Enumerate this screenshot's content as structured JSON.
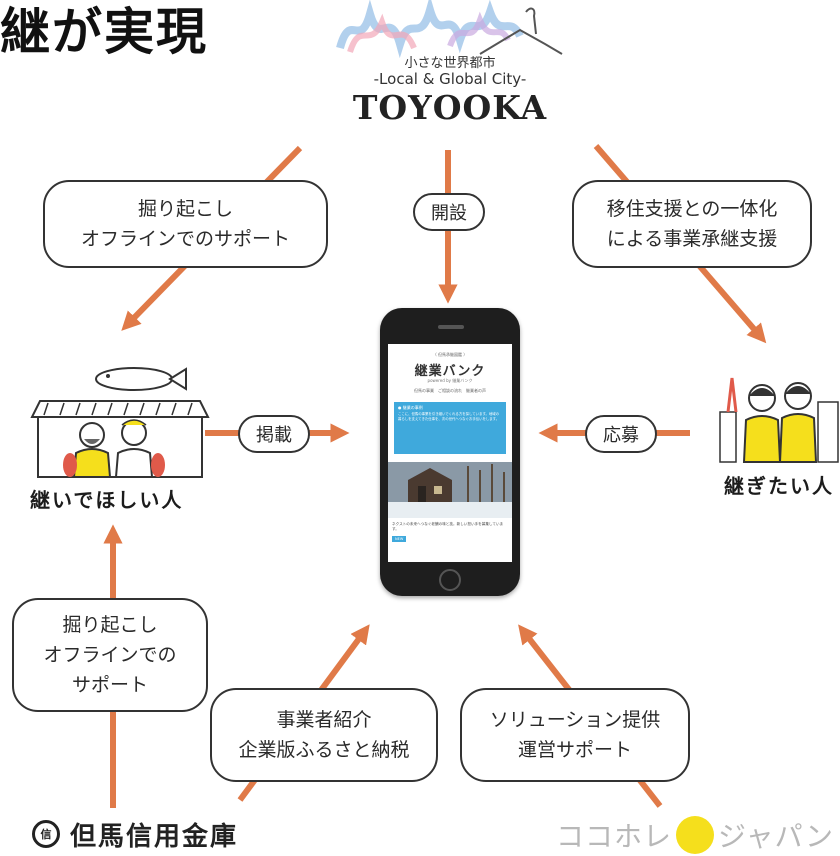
{
  "headline": "継が実現",
  "logo": {
    "small": "小さな世界都市",
    "sub": "-Local & Global City-",
    "main": "TOYOOKA"
  },
  "bubbles": {
    "top_left": [
      "掘り起こし",
      "オフラインでのサポート"
    ],
    "top_center": "開設",
    "top_right": [
      "移住支援との一体化",
      "による事業承継支援"
    ],
    "mid_left": "掲載",
    "mid_right": "応募",
    "bottom_left": [
      "掘り起こし",
      "オフラインでの",
      "サポート"
    ],
    "bottom_center": [
      "事業者紹介",
      "企業版ふるさと納税"
    ],
    "bottom_right": [
      "ソリューション提供",
      "運営サポート"
    ]
  },
  "labels": {
    "left_person": "継いでほしい人",
    "right_person": "継ぎたい人"
  },
  "phone_screen": {
    "top": "〈 但馬承継図鑑 〉",
    "title": "継業バンク",
    "sub": "powered by 継業バンク",
    "nav": "但馬の事業　ご相談の流れ　継業者の声",
    "blue_head": "● 継業の事例",
    "blue_text": "ここに、但馬の事業を引き継いでくれる方を探しています。地域の暮らしを支えてきた仕事を、次の世代へつなぐお手伝いをします。",
    "caption": "ネクストの未来へつなぐ老舗の味と技。新しい担い手を募集しています。",
    "badge": "NEW"
  },
  "bottom_logos": {
    "bank_mark": "信",
    "bank": "但馬信用金庫",
    "coco_left": "ココホレ",
    "coco_right": "ジャパン"
  },
  "colors": {
    "arrow": "#e07a48",
    "phone_blue": "#3fa9dc",
    "coco_yellow": "#f5df1c"
  }
}
